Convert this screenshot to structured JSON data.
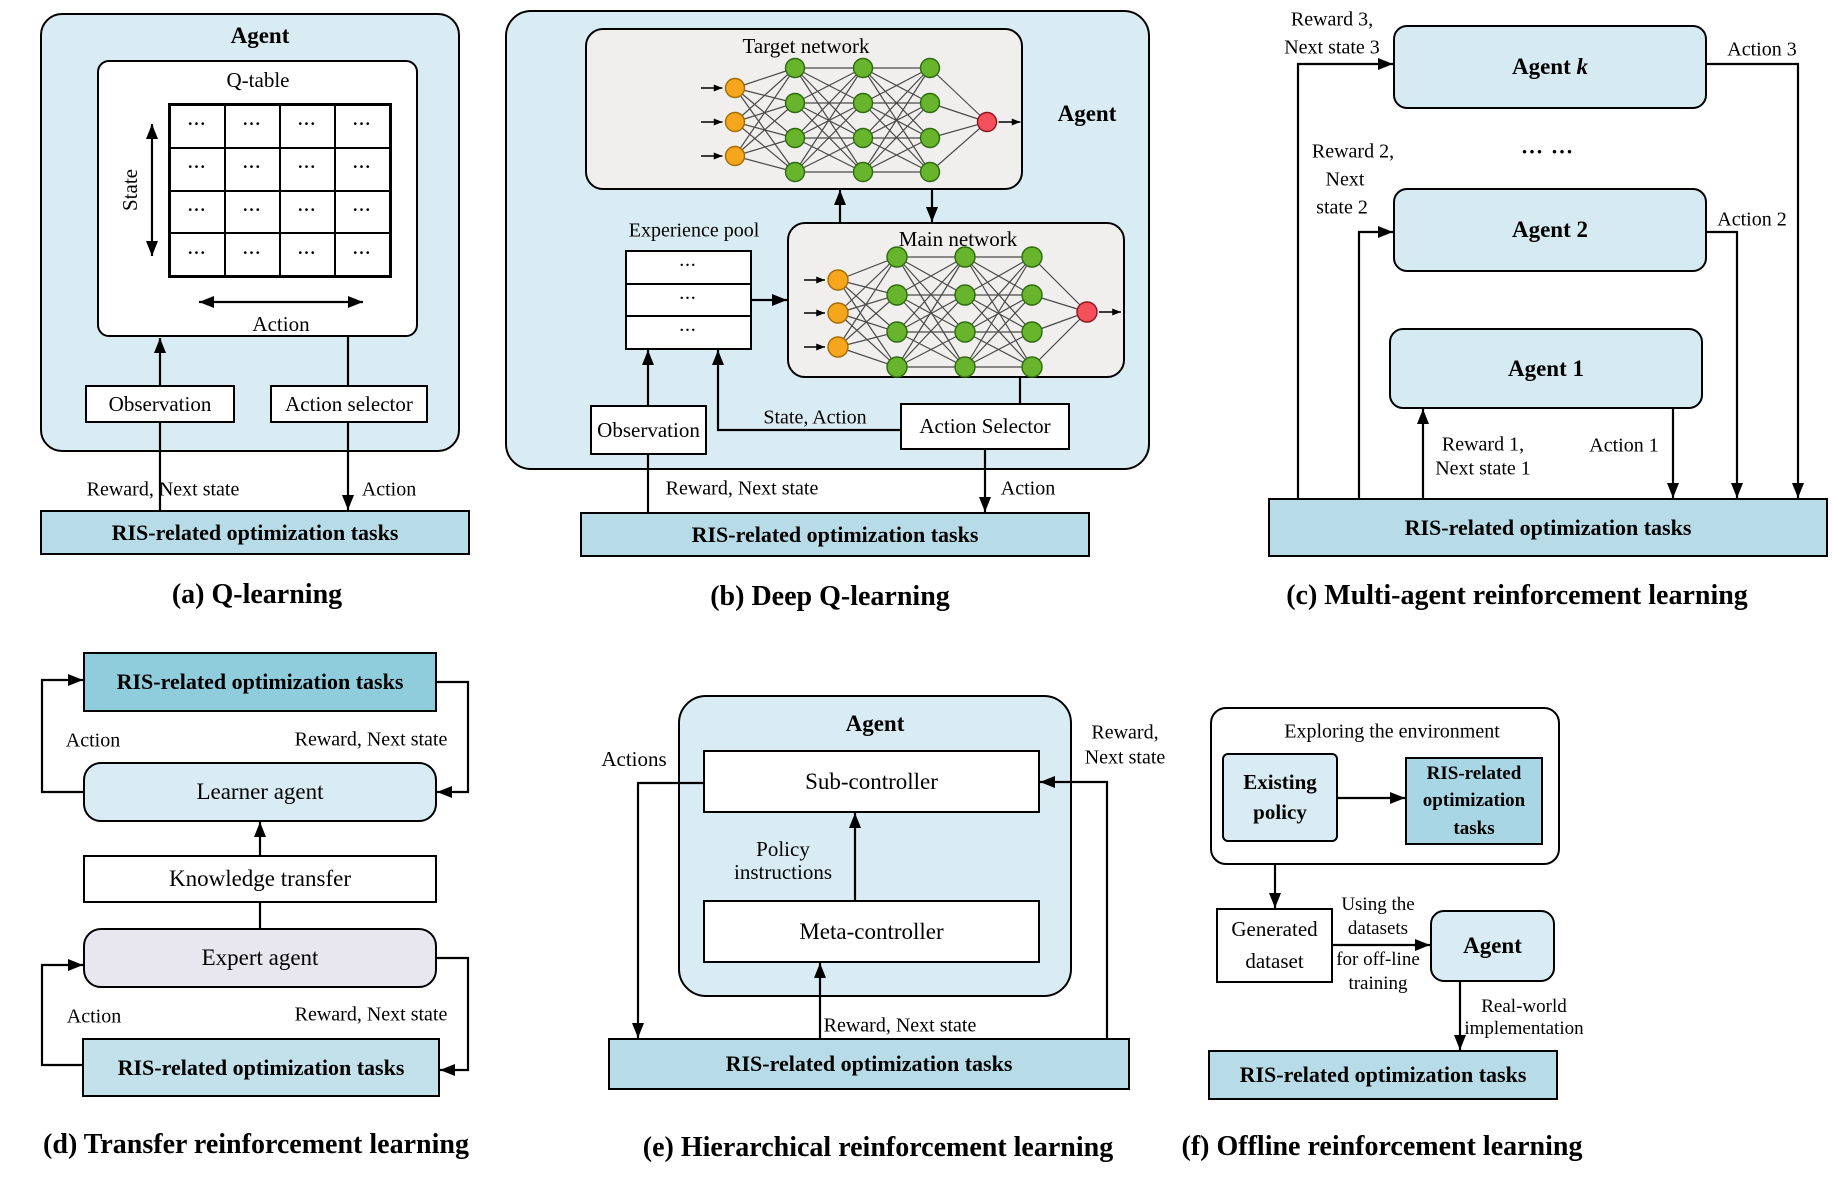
{
  "colors": {
    "agent_bg": "#daecf3",
    "agent_box": "#d6eaf2",
    "ris_bar": "#b7dce8",
    "ris_dark": "#8fccdc",
    "ris_light": "#c2e1ea",
    "ris_mid": "#a9d6e4",
    "expert_bg": "#e8e6ef",
    "network_bg": "#f0efee",
    "node_input": "#f5a61d",
    "node_input_border": "#a36d00",
    "node_hidden": "#68b42c",
    "node_hidden_border": "#2c6b0e",
    "node_output": "#f4505c",
    "node_output_border": "#8b1620",
    "edge": "#4a4a4a"
  },
  "panel_a": {
    "caption": "(a) Q-learning",
    "agent_title": "Agent",
    "qtable_title": "Q-table",
    "state_label": "State",
    "action_axis_label": "Action",
    "grid": {
      "rows": 4,
      "cols": 4,
      "cell": "..."
    },
    "observation": "Observation",
    "action_selector": "Action selector",
    "reward_label": "Reward, Next state",
    "action_label": "Action",
    "ris": "RIS-related optimization tasks"
  },
  "panel_b": {
    "caption": "(b) Deep Q-learning",
    "agent_title": "Agent",
    "target_network": "Target network",
    "main_network": "Main network",
    "experience_pool": {
      "title": "Experience pool",
      "rows": [
        "...",
        "...",
        "..."
      ]
    },
    "observation": "Observation",
    "action_selector": "Action Selector",
    "state_action_label": "State, Action",
    "reward_label": "Reward, Next state",
    "action_label": "Action",
    "ris": "RIS-related optimization tasks"
  },
  "panel_c": {
    "caption": "(c) Multi-agent reinforcement learning",
    "agent_k_prefix": "Agent ",
    "agent_k_suffix": "k",
    "agent_2": "Agent 2",
    "agent_1": "Agent 1",
    "dots": "... ...",
    "reward3_line1": "Reward 3,",
    "reward3_line2": "Next state 3",
    "action3": "Action 3",
    "reward2_line1": "Reward 2,",
    "reward2_line2": "Next",
    "reward2_line3": "state 2",
    "action2": "Action 2",
    "reward1_line1": "Reward 1,",
    "reward1_line2": "Next state 1",
    "action1": "Action 1",
    "ris": "RIS-related optimization tasks"
  },
  "panel_d": {
    "caption": "(d) Transfer reinforcement learning",
    "ris_top": "RIS-related optimization tasks",
    "action_top": "Action",
    "reward_top": "Reward, Next state",
    "learner": "Learner agent",
    "knowledge": "Knowledge transfer",
    "expert": "Expert agent",
    "action_bottom": "Action",
    "reward_bottom": "Reward, Next state",
    "ris_bottom": "RIS-related optimization tasks"
  },
  "panel_e": {
    "caption": "(e) Hierarchical reinforcement learning",
    "agent_title": "Agent",
    "sub_controller": "Sub-controller",
    "meta_controller": "Meta-controller",
    "policy_line1": "Policy",
    "policy_line2": "instructions",
    "actions_label": "Actions",
    "reward_right_line1": "Reward,",
    "reward_right_line2": "Next state",
    "reward_bottom": "Reward, Next state",
    "ris": "RIS-related optimization tasks"
  },
  "panel_f": {
    "caption": "(f) Offline reinforcement learning",
    "exploring": "Exploring the environment",
    "existing_line1": "Existing",
    "existing_line2": "policy",
    "ris_small_lines": [
      "RIS-related",
      "optimization",
      "tasks"
    ],
    "generated_line1": "Generated",
    "generated_line2": "dataset",
    "using_lines": [
      "Using the",
      "datasets",
      "for off-line",
      "training"
    ],
    "agent_title": "Agent",
    "real_line1": "Real-world",
    "real_line2": "implementation",
    "ris": "RIS-related optimization tasks"
  }
}
